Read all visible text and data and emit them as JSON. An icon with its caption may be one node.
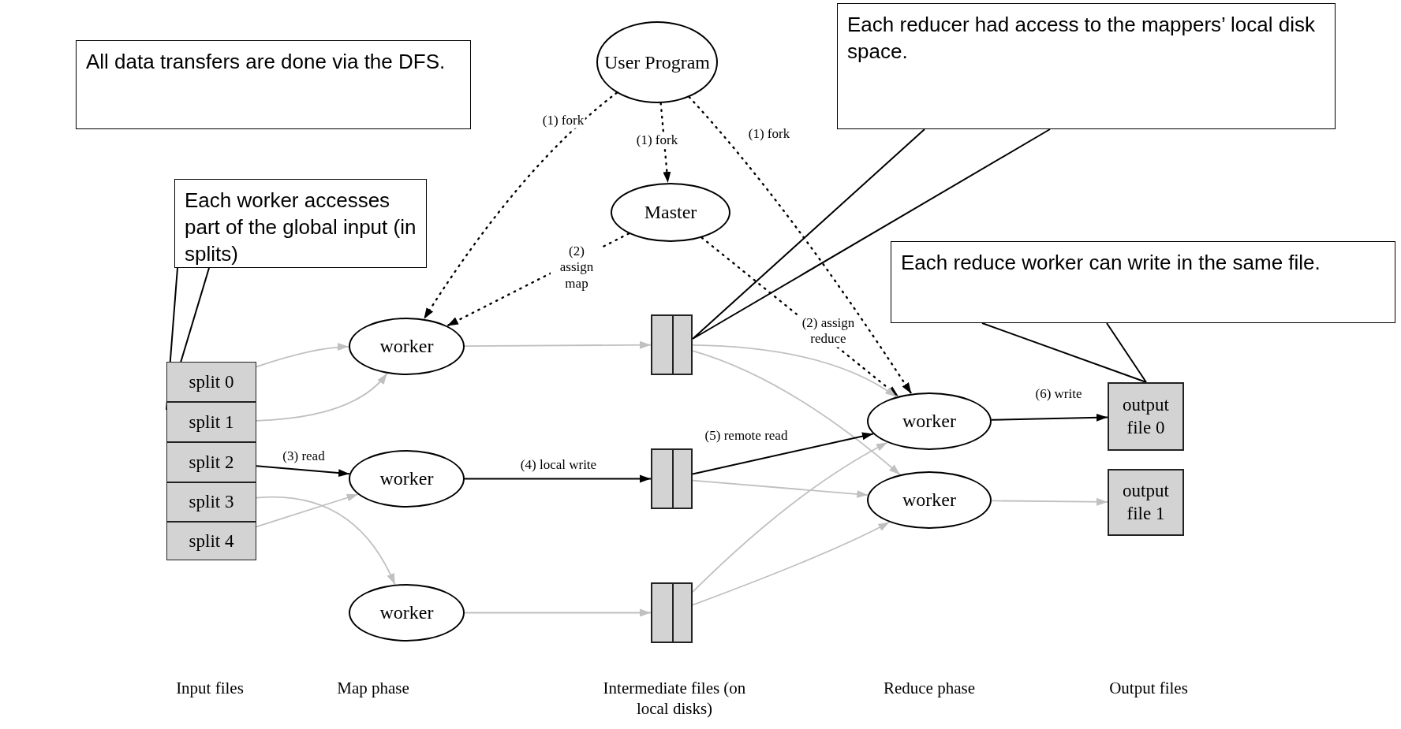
{
  "diagram": {
    "nodes": [
      {
        "text": [
          "All data transfers are done via the DFS."
        ]
      },
      {
        "text": [
          "User Program"
        ]
      },
      {
        "text": [
          "Each reducer had access to the mappers’ local disk space."
        ]
      },
      {
        "text": [
          "Master"
        ]
      },
      {
        "text": [
          "Each worker accesses part of the global input (in splits)"
        ]
      },
      {
        "text": [
          "Each reduce worker can write in the same file."
        ]
      },
      {
        "text": [
          "worker"
        ]
      },
      {
        "text": [],
        "shape": "box"
      },
      {
        "text": [
          "split 0"
        ]
      },
      {
        "text": [
          "split 1"
        ]
      },
      {
        "text": [
          "split 2"
        ]
      },
      {
        "text": [
          "split 3"
        ]
      },
      {
        "text": [
          "split 4"
        ]
      },
      {
        "text": [
          "worker"
        ]
      },
      {
        "text": [
          "output file 0"
        ]
      },
      {
        "text": [
          "worker"
        ]
      },
      {
        "text": [],
        "shape": "box"
      },
      {
        "text": [
          "worker"
        ]
      },
      {
        "text": [
          "output file 1"
        ]
      },
      {
        "text": [
          "worker"
        ]
      },
      {
        "text": [],
        "shape": "box"
      }
    ],
    "edges": [
      {
        "from": 1,
        "to": 6,
        "arrow": "to",
        "label": "(1) fork",
        "style": "dashed"
      },
      {
        "from": 1,
        "to": 3,
        "arrow": "to",
        "label": "(1) fork",
        "style": "dashed"
      },
      {
        "from": 1,
        "to": 13,
        "arrow": "to",
        "label": "(1) fork",
        "style": "dashed"
      },
      {
        "from": 3,
        "to": 6,
        "arrow": "to",
        "label": "(2) assign map",
        "style": "dashed"
      },
      {
        "from": 3,
        "to": 13,
        "arrow": "to",
        "label": "(2) assign reduce",
        "style": "dashed"
      },
      {
        "from": 8,
        "to": 6,
        "arrow": "to",
        "color": "#c0c0c0"
      },
      {
        "from": 9,
        "to": 6,
        "arrow": "to",
        "color": "#c0c0c0"
      },
      {
        "from": 10,
        "to": 15,
        "arrow": "to",
        "label": "(3) read"
      },
      {
        "from": 11,
        "to": 19,
        "arrow": "to",
        "color": "#c0c0c0"
      },
      {
        "from": 12,
        "to": 15,
        "arrow": "to",
        "color": "#c0c0c0"
      },
      {
        "from": 6,
        "to": 7,
        "arrow": "to",
        "color": "#c0c0c0"
      },
      {
        "from": 15,
        "to": 16,
        "arrow": "to",
        "label": "(4) local write"
      },
      {
        "from": 19,
        "to": 20,
        "arrow": "to",
        "color": "#c0c0c0"
      },
      {
        "from": 7,
        "to": 13,
        "arrow": "to",
        "color": "#c0c0c0"
      },
      {
        "from": 7,
        "to": 17,
        "arrow": "to",
        "color": "#c0c0c0"
      },
      {
        "from": 16,
        "to": 13,
        "arrow": "to",
        "label": "(5) remote read"
      },
      {
        "from": 16,
        "to": 17,
        "arrow": "to",
        "color": "#c0c0c0"
      },
      {
        "from": 20,
        "to": 13,
        "arrow": "to",
        "color": "#c0c0c0"
      },
      {
        "from": 20,
        "to": 17,
        "arrow": "to",
        "color": "#c0c0c0"
      },
      {
        "from": 13,
        "to": 14,
        "arrow": "to",
        "label": "(6) write"
      },
      {
        "from": 17,
        "to": 18,
        "arrow": "to",
        "color": "#c0c0c0"
      },
      {
        "from": 2,
        "to": 7,
        "arrow": "none"
      },
      {
        "from": 4,
        "to": 9,
        "arrow": "none"
      },
      {
        "from": 5,
        "to": 14,
        "arrow": "none"
      }
    ],
    "labels": [
      "Input files",
      "Map phase",
      "Intermediate files (on local disks)",
      "Reduce phase",
      "Output files"
    ]
  }
}
